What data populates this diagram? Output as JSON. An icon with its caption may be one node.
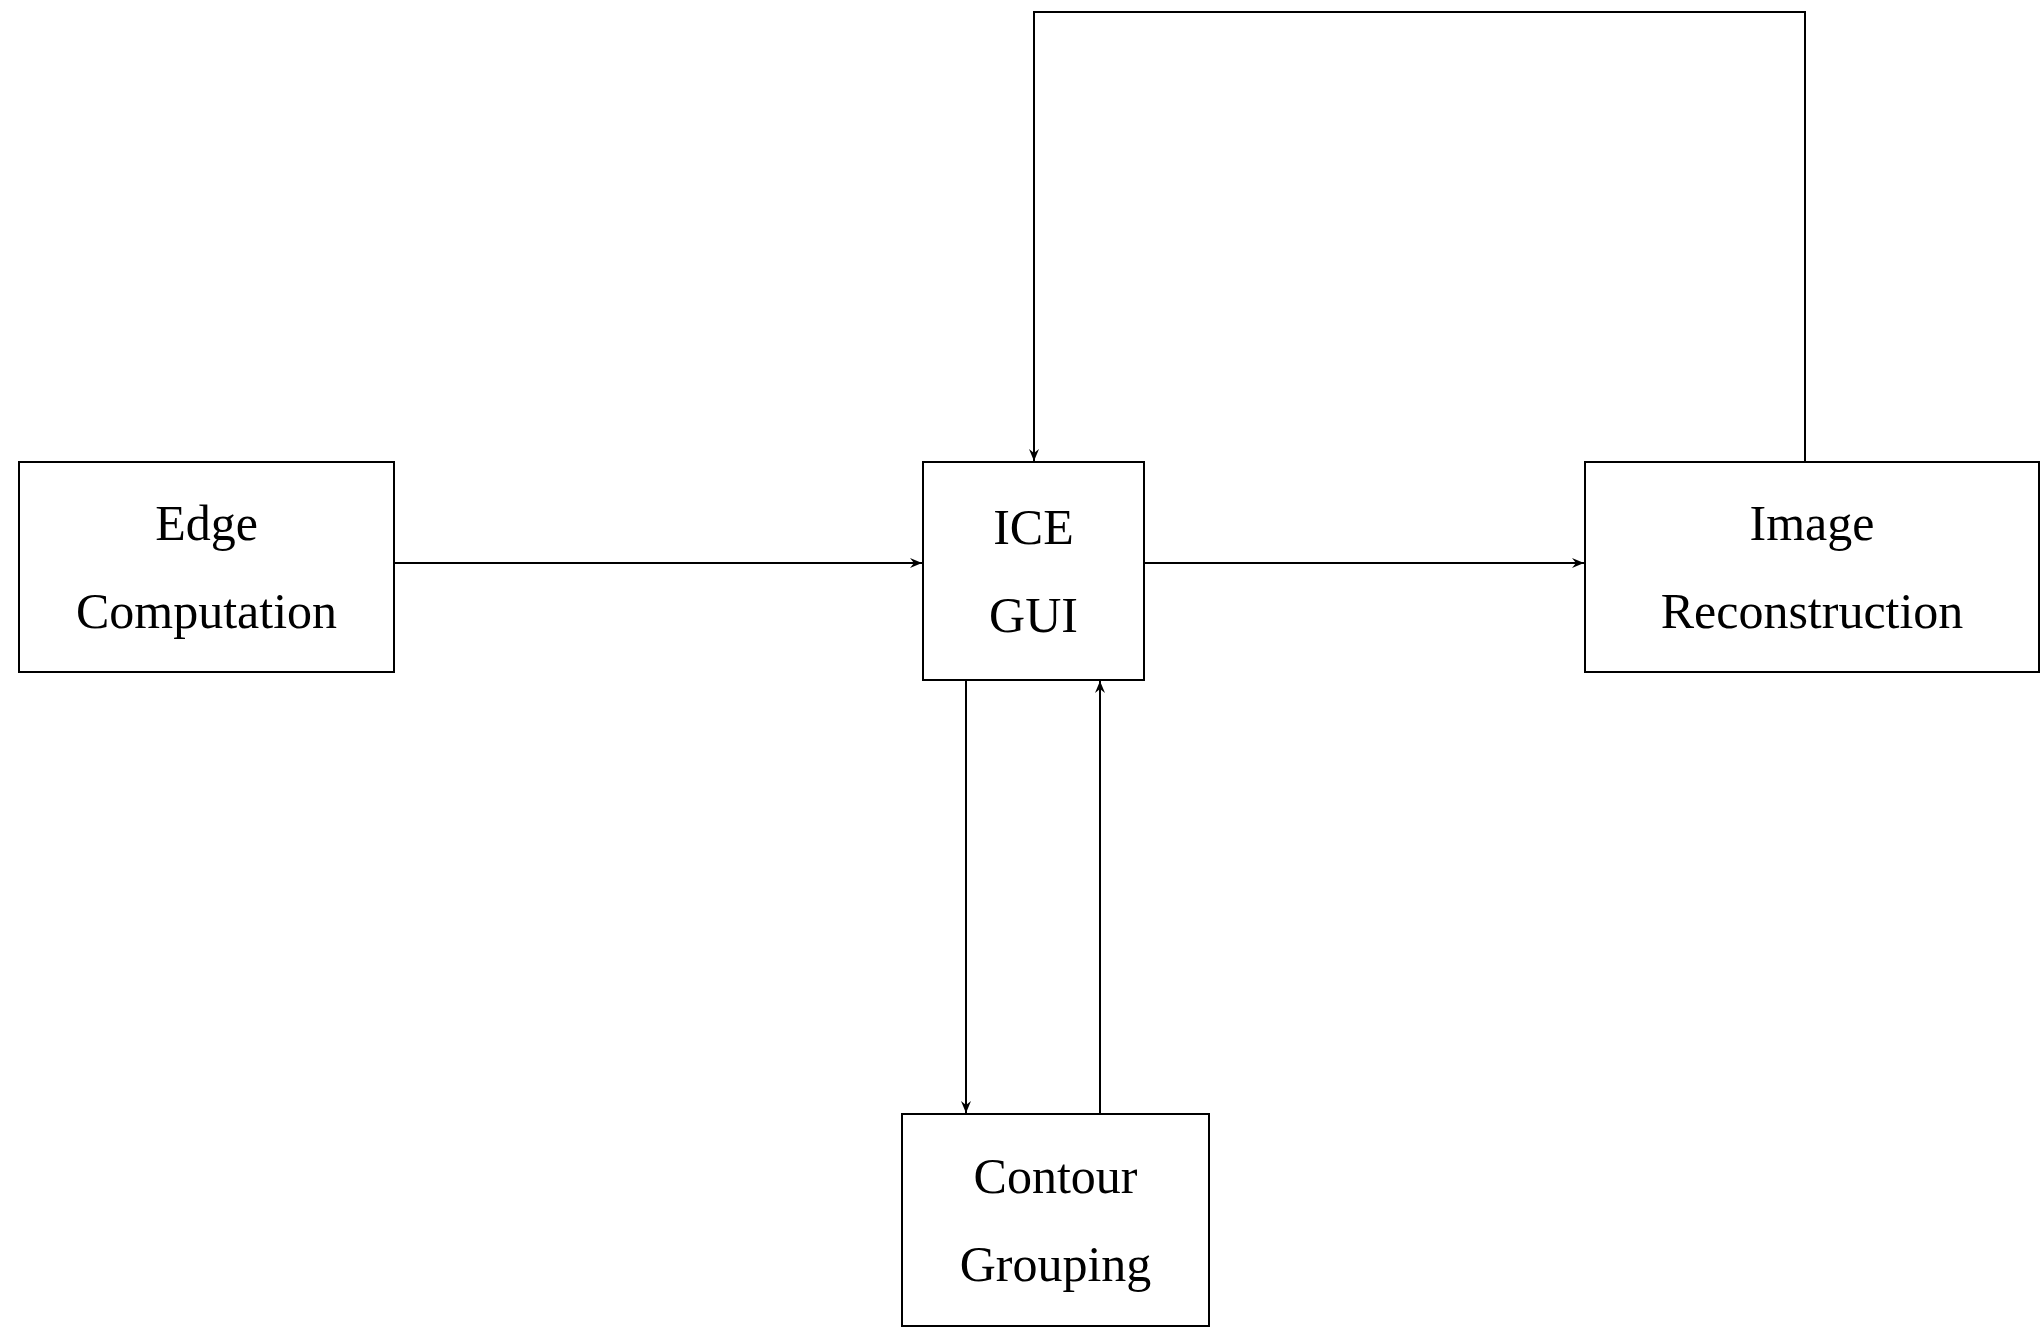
{
  "diagram": {
    "nodes": [
      {
        "text": [
          "Edge Computation"
        ]
      },
      {
        "text": [
          "ICE GUI"
        ]
      },
      {
        "text": [
          "Image Reconstruction"
        ]
      },
      {
        "text": [
          "Contour Grouping"
        ]
      }
    ],
    "edges": [
      {
        "from": 0,
        "to": 1,
        "arrow": "to"
      },
      {
        "from": 1,
        "to": 2,
        "arrow": "to"
      },
      {
        "from": 2,
        "to": 1,
        "arrow": "to"
      },
      {
        "from": 1,
        "to": 3,
        "arrow": "to"
      },
      {
        "from": 3,
        "to": 1,
        "arrow": "to"
      }
    ]
  }
}
